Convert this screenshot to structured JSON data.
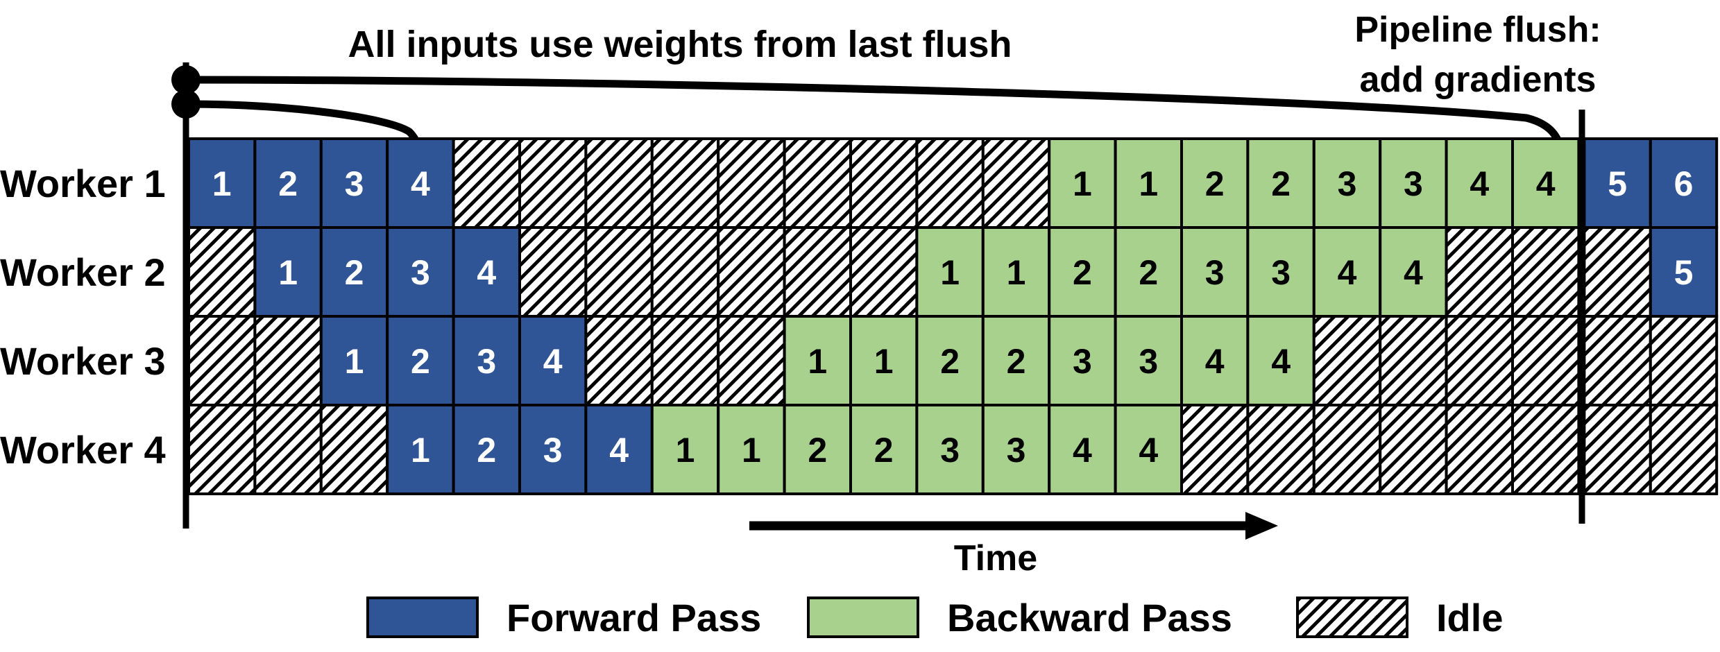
{
  "annotations": {
    "top": "All inputs use weights from last flush",
    "flush_line1": "Pipeline flush:",
    "flush_line2": "add gradients",
    "time": "Time"
  },
  "legend": [
    {
      "label": "Forward Pass",
      "kind": "F"
    },
    {
      "label": "Backward Pass",
      "kind": "B"
    },
    {
      "label": "Idle",
      "kind": "I"
    }
  ],
  "colors": {
    "forward": "#2f5597",
    "backward": "#a9d18e",
    "idle": "#ffffff",
    "stroke": "#000000"
  },
  "workers": [
    {
      "label": "Worker 1",
      "cells": [
        "F1",
        "F2",
        "F3",
        "F4",
        "I",
        "I",
        "I",
        "I",
        "I",
        "I",
        "I",
        "I",
        "I",
        "B1",
        "B1",
        "B2",
        "B2",
        "B3",
        "B3",
        "B4",
        "B4",
        "|",
        "F5",
        "F6"
      ]
    },
    {
      "label": "Worker 2",
      "cells": [
        "I",
        "F1",
        "F2",
        "F3",
        "F4",
        "I",
        "I",
        "I",
        "I",
        "I",
        "I",
        "B1",
        "B1",
        "B2",
        "B2",
        "B3",
        "B3",
        "B4",
        "B4",
        "I",
        "I",
        "|",
        "I",
        "F5"
      ]
    },
    {
      "label": "Worker 3",
      "cells": [
        "I",
        "I",
        "F1",
        "F2",
        "F3",
        "F4",
        "I",
        "I",
        "I",
        "B1",
        "B1",
        "B2",
        "B2",
        "B3",
        "B3",
        "B4",
        "B4",
        "I",
        "I",
        "I",
        "I",
        "|",
        "I",
        "I"
      ]
    },
    {
      "label": "Worker 4",
      "cells": [
        "I",
        "I",
        "I",
        "F1",
        "F2",
        "F3",
        "F4",
        "B1",
        "B1",
        "B2",
        "B2",
        "B3",
        "B3",
        "B4",
        "B4",
        "I",
        "I",
        "I",
        "I",
        "I",
        "I",
        "|",
        "I",
        "I"
      ]
    }
  ]
}
